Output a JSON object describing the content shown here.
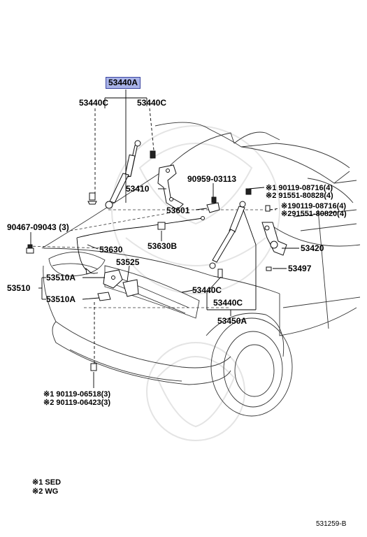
{
  "labels": {
    "l53440a": "53440A",
    "l53440c_tl": "53440C",
    "l53440c_tr": "53440C",
    "l53410": "53410",
    "l90959": "90959-03113",
    "l53601": "53601",
    "l90467": "90467-09043 (3)",
    "l53630": "53630",
    "l53630b": "53630B",
    "l53525": "53525",
    "l53510": "53510",
    "l53510a_1": "53510A",
    "l53510a_2": "53510A",
    "l53440c_m": "53440C",
    "l53440c_m2": "53440C",
    "l53450a": "53450A",
    "l53420": "53420",
    "l53497": "53497",
    "r1": "※1 90119-08716(4)",
    "r2": "※2 91551-80828(4)",
    "r3": "※190119-08716(4)",
    "r4": "※291551-80820(4)",
    "b1": "※1 90119-06518(3)",
    "b2": "※2 90119-06423(3)"
  },
  "legend": {
    "n1": "※1  SED",
    "n2": "※2  WG"
  },
  "ref_code": "531259-B"
}
